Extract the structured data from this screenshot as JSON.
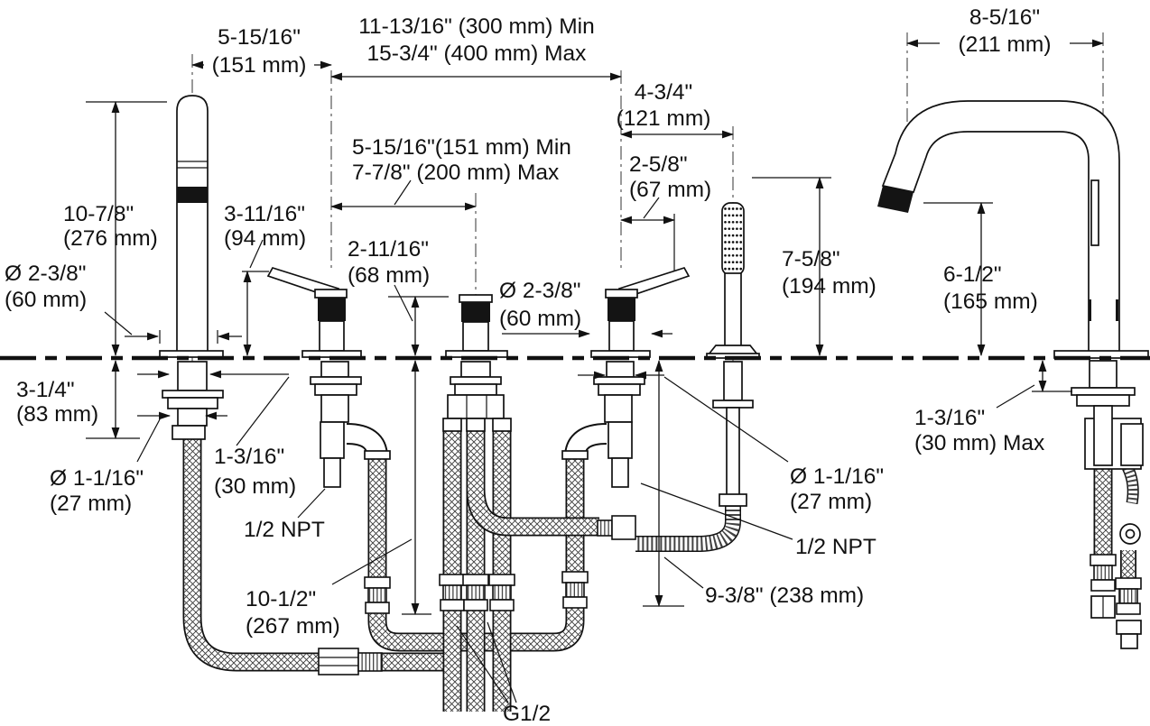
{
  "meta": {
    "title": "Bath faucet with handshower installation dimension diagram"
  },
  "colors": {
    "line": "#111111",
    "background": "#ffffff",
    "band": "#141414"
  },
  "deck": {
    "style": "dashed-phantom-line"
  },
  "labels": {
    "dim_spout_to_valve1": {
      "lines": [
        "5-15/16\"",
        "(151 mm)"
      ]
    },
    "dim_valve_span": {
      "lines": [
        "11-13/16\" (300 mm) Min",
        "15-3/4\" (400 mm) Max"
      ]
    },
    "dim_valve2_to_handshower": {
      "lines": [
        "4-3/4\"",
        "(121 mm)"
      ]
    },
    "dim_high_spout_reach": {
      "lines": [
        "8-5/16\"",
        "(211 mm)"
      ]
    },
    "dim_valve1_to_diverter": {
      "lines": [
        "5-15/16\"(151 mm) Min",
        "7-7/8\" (200 mm) Max"
      ]
    },
    "dim_lever_reach": {
      "lines": [
        "2-5/8\"",
        "(67 mm)"
      ]
    },
    "dim_valve_height": {
      "lines": [
        "2-11/16\"",
        "(68 mm)"
      ]
    },
    "dim_handshower_height": {
      "lines": [
        "7-5/8\"",
        "(194 mm)"
      ]
    },
    "dim_high_spout_clearance": {
      "lines": [
        "6-1/2\"",
        "(165 mm)"
      ]
    },
    "dim_spout_height": {
      "lines": [
        "10-7/8\"",
        "(276 mm)"
      ]
    },
    "dim_lever_height": {
      "lines": [
        "3-11/16\"",
        "(94 mm)"
      ]
    },
    "dim_spout_shank_length": {
      "lines": [
        "3-1/4\"",
        "(83 mm)"
      ]
    },
    "dim_spout_shank_diameter": {
      "lines": [
        "1-3/16\"",
        "(30 mm)"
      ]
    },
    "dim_spout_tail_diameter": {
      "lines": [
        "Ø 1-1/16\"",
        "(27 mm)"
      ]
    },
    "npt_left": {
      "lines": [
        "1/2 NPT"
      ]
    },
    "dim_hose_drop": {
      "lines": [
        "10-1/2\"",
        "(267 mm)"
      ]
    },
    "dim_handshower_drop": {
      "lines": [
        "9-3/8\" (238 mm)"
      ]
    },
    "dim_valve_tail_diameter": {
      "lines": [
        "Ø 1-1/16\"",
        "(27 mm)"
      ]
    },
    "npt_right": {
      "lines": [
        "1/2 NPT"
      ]
    },
    "dim_deck_thickness": {
      "lines": [
        "1-3/16\"",
        "(30 mm) Max"
      ]
    },
    "thread_g12": {
      "lines": [
        "G1/2"
      ]
    },
    "dim_spout_escutcheon": {
      "lines": [
        "Ø 2-3/8\"",
        "(60 mm)"
      ]
    },
    "dim_valve_escutcheon": {
      "lines": [
        "Ø 2-3/8\"",
        "(60 mm)"
      ]
    }
  }
}
